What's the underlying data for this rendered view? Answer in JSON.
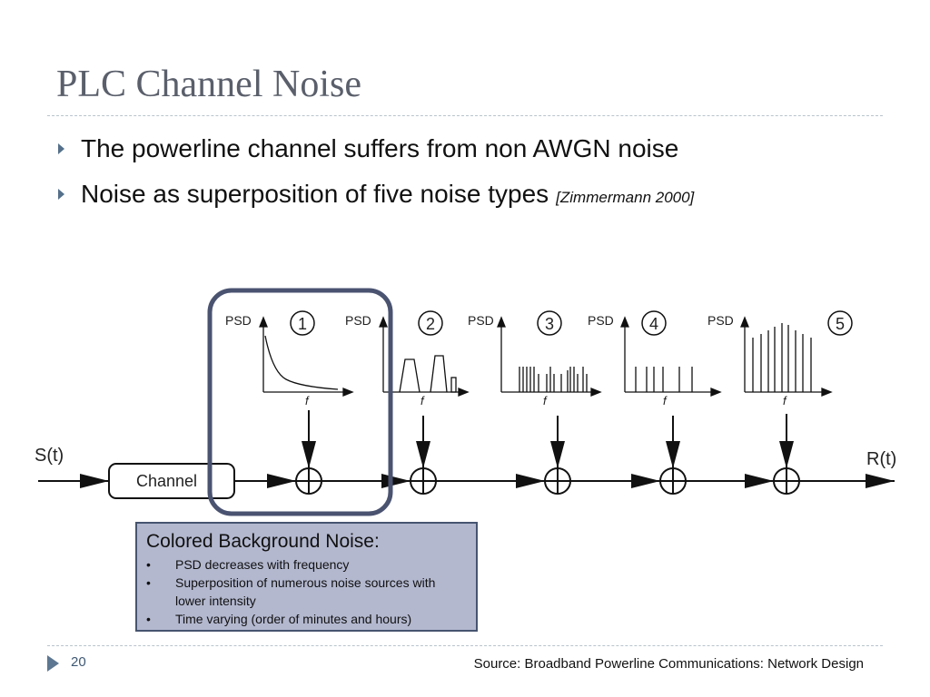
{
  "title": "PLC Channel Noise",
  "bullets": [
    {
      "text": "The powerline channel suffers from non AWGN noise",
      "cite": ""
    },
    {
      "text": "Noise as superposition of five noise types",
      "cite": "[Zimmermann 2000]"
    }
  ],
  "diagram": {
    "input_label": "S(t)",
    "output_label": "R(t)",
    "channel_label": "Channel",
    "psd_label": "PSD",
    "freq_label": "f",
    "noise_numbers": [
      "1",
      "2",
      "3",
      "4",
      "5"
    ]
  },
  "callout": {
    "title": "Colored Background Noise:",
    "bullet_char": "•",
    "items": [
      "PSD decreases with frequency",
      "Superposition of numerous noise sources with lower intensity",
      "Time varying (order of minutes and hours)"
    ]
  },
  "footer": {
    "page_number": "20",
    "source": "Source: Broadband Powerline Communications: Network Design"
  },
  "colors": {
    "title": "#5a5f6b",
    "callout_fill": "#b3b8cf",
    "callout_border": "#46546f",
    "highlight_border": "#4a5370",
    "accent": "#54708a"
  }
}
